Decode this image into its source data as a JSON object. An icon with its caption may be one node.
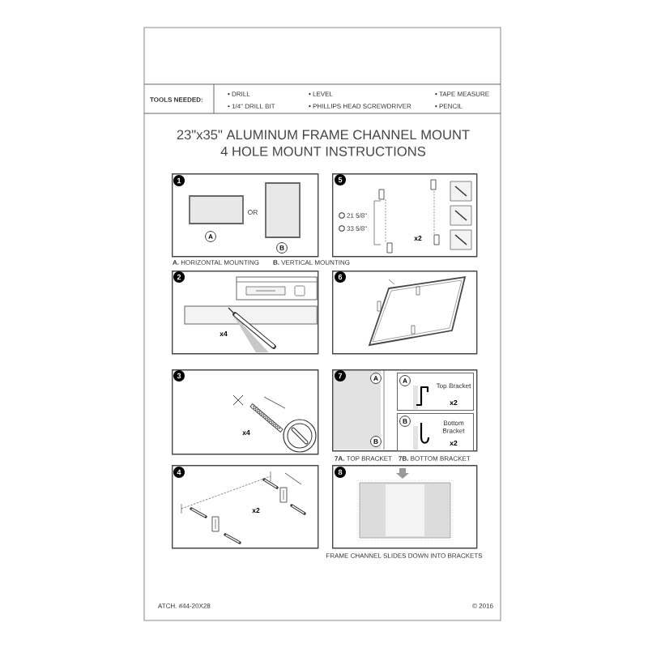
{
  "diagram": {
    "title": "23\"x35\" ALUMINUM FRAME CHANNEL MOUNT 4 HOLE MOUNT INSTRUCTIONS",
    "nodes": [
      {
        "text": [
          "1",
          "OR",
          "A",
          "B"
        ],
        "beside": [
          "**A.** HORIZONTAL MOUNTING",
          "**B.** VERTICAL MOUNTING"
        ]
      },
      {
        "text": [
          "2",
          "x4"
        ]
      },
      {
        "text": [
          "3",
          "x4"
        ]
      },
      {
        "text": [
          "4",
          "x2"
        ]
      },
      {
        "text": [
          "5",
          "21 5/8\"",
          "33 5/8\"",
          "x2"
        ]
      },
      {
        "text": [
          "6"
        ]
      },
      {
        "text": [
          "7",
          "A",
          "B"
        ],
        "beside": [
          "**7A.** TOP BRACKET",
          "**7B.** BOTTOM BRACKET"
        ]
      },
      {
        "text": [
          "A",
          "Top Bracket",
          "x2"
        ],
        "in": 6
      },
      {
        "text": [
          "B",
          "Bottom Bracket",
          "x2"
        ],
        "in": 6
      },
      {
        "text": [
          "8"
        ],
        "beside": [
          "FRAME CHANNEL SLIDES DOWN INTO BRACKETS"
        ]
      }
    ],
    "labels": [
      "TOOLS NEEDED:",
      "• DRILL",
      "• LEVEL",
      "• TAPE MEASURE",
      "• 1/4\" DRILL BIT",
      "• PHILLIPS HEAD SCREWDRIVER",
      "• PENCIL",
      "ATCH. #44-20X28",
      "© 2016"
    ]
  }
}
